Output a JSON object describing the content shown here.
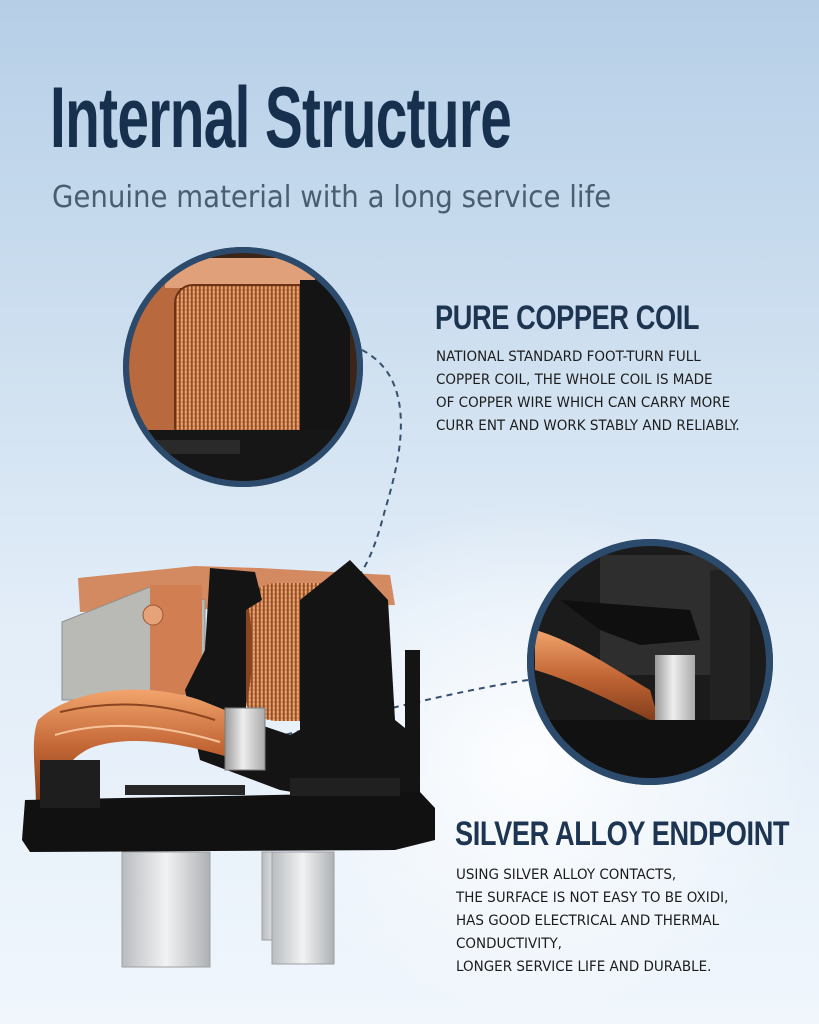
{
  "header": {
    "title": "Internal Structure",
    "subtitle": "Genuine material with a long service life"
  },
  "features": [
    {
      "heading": "PURE COPPER COIL",
      "lines": [
        "NATIONAL STANDARD FOOT-TURN FULL",
        "COPPER COIL, THE WHOLE COIL IS MADE",
        "OF COPPER WIRE WHICH CAN CARRY MORE",
        "CURR ENT AND WORK STABLY AND RELIABLY."
      ]
    },
    {
      "heading": "SILVER ALLOY ENDPOINT",
      "lines": [
        "USING SILVER ALLOY CONTACTS,",
        "THE SURFACE IS NOT EASY TO BE OXIDI,",
        "HAS GOOD ELECTRICAL AND THERMAL",
        "CONDUCTIVITY,",
        "LONGER SERVICE LIFE AND DURABLE."
      ]
    }
  ],
  "colors": {
    "title": "#17304d",
    "accent_ring": "#2c4a6b",
    "copper": "#c8703c",
    "housing": "#1a1a1a"
  },
  "icons": [
    "relay-illustration",
    "copper-coil-closeup",
    "silver-contact-closeup"
  ]
}
